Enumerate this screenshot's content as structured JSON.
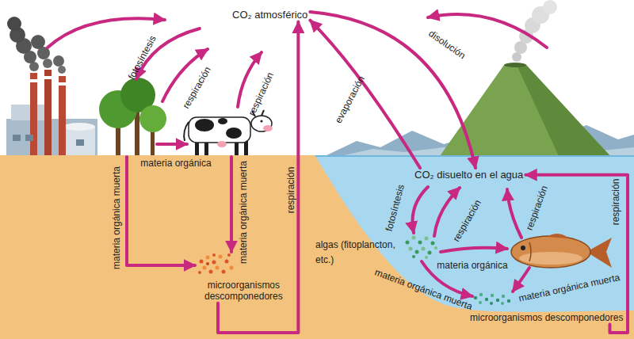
{
  "diagram": {
    "nodes": [
      {
        "text": [
          "CO₂ atmosférico"
        ]
      },
      {
        "text": [
          "CO₂ disuelto en el agua"
        ]
      },
      {
        "text": [
          "microorganismos descomponedores"
        ]
      },
      {
        "text": [
          "microorganismos descomponedores"
        ]
      }
    ],
    "edges": [
      {
        "from": 1,
        "to": 0,
        "arrow": "to",
        "label": "evaporación"
      },
      {
        "from": 0,
        "to": 1,
        "arrow": "to",
        "label": "disolución"
      },
      {
        "from": 2,
        "to": 0,
        "arrow": "to",
        "label": "respiración"
      },
      {
        "from": 3,
        "to": 1,
        "arrow": "to",
        "label": "respiración"
      }
    ],
    "labels": [
      "fotosíntesis",
      "respiración",
      "respiración",
      "materia orgánica",
      "materia orgánica muerta",
      "materia orgánica muerta",
      "algas (fitoplancton, etc.)",
      "fotosíntesis",
      "respiración",
      "respiración",
      "materia orgánica",
      "materia orgánica muerta",
      "materia orgánica muerta"
    ]
  }
}
